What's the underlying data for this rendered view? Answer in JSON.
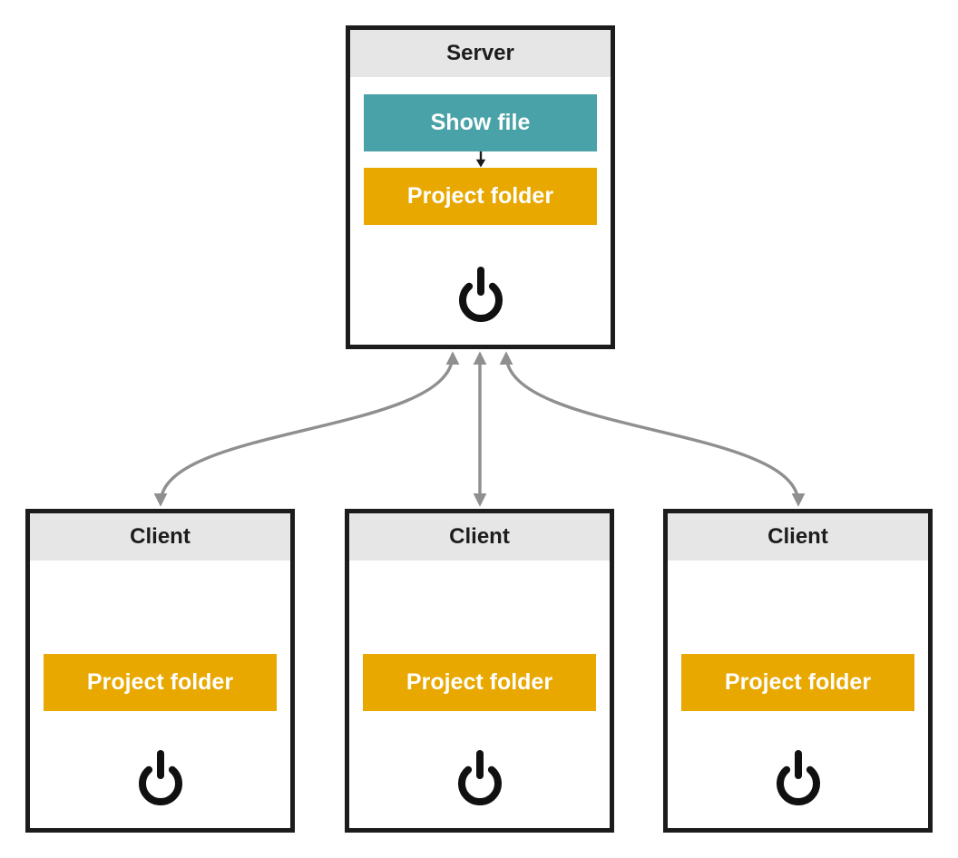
{
  "colors": {
    "canvas-bg": "#ffffff",
    "box-border": "#1c1c1c",
    "box-bg": "#ffffff",
    "header-bg": "#e6e6e6",
    "title-ink": "#1d1d1d",
    "teal": "#48a2a8",
    "amber": "#e8a800",
    "button-text": "#ffffff",
    "arrow-gray": "#8f8f8f",
    "icon-black": "#101010"
  },
  "server": {
    "title": "Server",
    "buttons": {
      "show_file": "Show file",
      "project_folder": "Project folder"
    }
  },
  "clients": [
    {
      "title": "Client",
      "buttons": {
        "project_folder": "Project folder"
      }
    },
    {
      "title": "Client",
      "buttons": {
        "project_folder": "Project folder"
      }
    },
    {
      "title": "Client",
      "buttons": {
        "project_folder": "Project folder"
      }
    }
  ],
  "icons": {
    "power": "power-icon",
    "flow_arrow": "down-arrow-icon",
    "connection": "double-headed-arrow-icon"
  },
  "connections": [
    {
      "from": "server",
      "to": "client-1",
      "direction": "bidirectional",
      "shape": "curved-left"
    },
    {
      "from": "server",
      "to": "client-2",
      "direction": "bidirectional",
      "shape": "straight"
    },
    {
      "from": "server",
      "to": "client-3",
      "direction": "bidirectional",
      "shape": "curved-right"
    }
  ]
}
